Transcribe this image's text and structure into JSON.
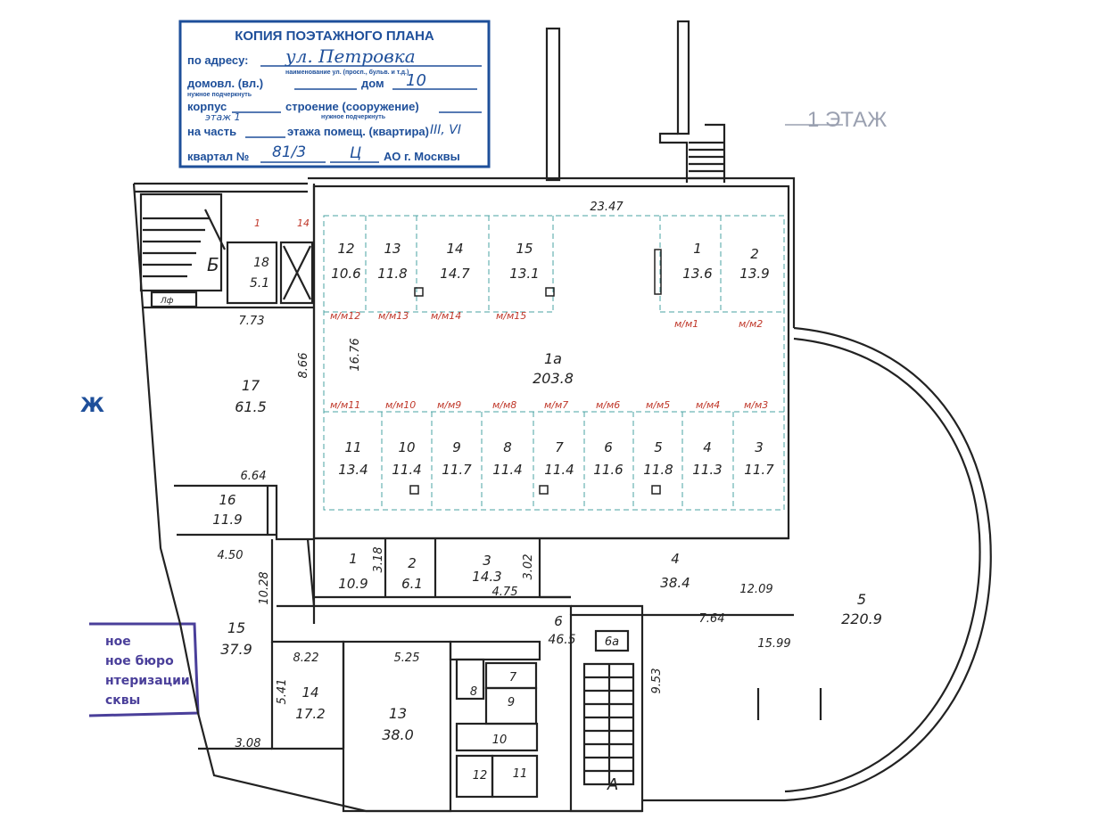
{
  "colors": {
    "ink": "#222222",
    "stamp_blue": "#1e4f9a",
    "red": "#c0392b",
    "teal": "#4aa3a3",
    "purple": "#4a3f9a",
    "gray": "#9aa0b0"
  },
  "stamp": {
    "title": "КОПИЯ ПОЭТАЖНОГО ПЛАНА",
    "line1_label": "по адресу:",
    "line1_value": "ул. Петровка",
    "line1_hint": "наименование ул. (просп., бульв. и т.д.)",
    "line2_label": "домовл. (вл.)",
    "line2_hint": "нужное подчеркнуть",
    "line2_label2": "дом",
    "line2_value": "10",
    "line3_label_a": "корпус",
    "line3_label_b": "строение (сооружение)",
    "line3_hint": "нужное подчеркнуть",
    "line4_note": "этаж 1",
    "line4_label_a": "на часть",
    "line4_label_b": "этажа помещ. (квартира)",
    "line4_value": "III, VI",
    "line5_label": "квартал №",
    "line5_value": "81/3",
    "line5_value2": "Ц",
    "line5_suffix": "АО г. Москвы"
  },
  "floor_label": "1 ЭТАЖ",
  "stamp2": {
    "lines": [
      "ное",
      "ное бюро",
      "нтеризации",
      "сквы"
    ]
  },
  "side_fragment": "Ж",
  "rooms_top": [
    {
      "num": "12",
      "area": "10.6"
    },
    {
      "num": "13",
      "area": "11.8"
    },
    {
      "num": "14",
      "area": "14.7"
    },
    {
      "num": "15",
      "area": "13.1"
    },
    {
      "num": "1",
      "area": "13.6"
    },
    {
      "num": "2",
      "area": "13.9"
    }
  ],
  "rooms_bottom": [
    {
      "num": "11",
      "area": "13.4"
    },
    {
      "num": "10",
      "area": "11.4"
    },
    {
      "num": "9",
      "area": "11.7"
    },
    {
      "num": "8",
      "area": "11.4"
    },
    {
      "num": "7",
      "area": "11.4"
    },
    {
      "num": "6",
      "area": "11.6"
    },
    {
      "num": "5",
      "area": "11.8"
    },
    {
      "num": "4",
      "area": "11.3"
    },
    {
      "num": "3",
      "area": "11.7"
    }
  ],
  "hall": {
    "num": "1а",
    "area": "203.8"
  },
  "red_top": [
    "м/м12",
    "м/м13",
    "м/м14",
    "м/м15",
    "м/м1",
    "м/м2"
  ],
  "red_bottom": [
    "м/м11",
    "м/м10",
    "м/м9",
    "м/м8",
    "м/м7",
    "м/м6",
    "м/м5",
    "м/м4",
    "м/м3"
  ],
  "red_small": [
    "1",
    "14"
  ],
  "rooms_lower": [
    {
      "num": "1",
      "area": "10.9"
    },
    {
      "num": "2",
      "area": "6.1"
    },
    {
      "num": "3",
      "area": "14.3"
    },
    {
      "num": "4",
      "area": "38.4"
    }
  ],
  "rooms_left": [
    {
      "num": "18",
      "area": "5.1"
    },
    {
      "num": "17",
      "area": "61.5"
    },
    {
      "num": "16",
      "area": "11.9"
    },
    {
      "num": "15",
      "area": "37.9"
    },
    {
      "num": "14",
      "area": "17.2"
    },
    {
      "num": "13",
      "area": "38.0"
    }
  ],
  "room_6": {
    "num": "6",
    "area": "46.5"
  },
  "room_6a": "6а",
  "room_5": {
    "num": "5",
    "area": "220.9"
  },
  "wc_rooms": [
    "7",
    "8",
    "9",
    "10",
    "11",
    "12"
  ],
  "letters": {
    "B": "Б",
    "A": "А",
    "lift": "Лф"
  },
  "dims": {
    "d_2347": "23.47",
    "d_773": "7.73",
    "d_866": "8.66",
    "d_1676": "16.76",
    "d_664": "6.64",
    "d_450": "4.50",
    "d_1028": "10.28",
    "d_822": "8.22",
    "d_541": "5.41",
    "d_308": "3.08",
    "d_525": "5.25",
    "d_318": "3.18",
    "d_302": "3.02",
    "d_475": "4.75",
    "d_1209": "12.09",
    "d_764": "7.64",
    "d_1599": "15.99",
    "d_953": "9.53"
  }
}
